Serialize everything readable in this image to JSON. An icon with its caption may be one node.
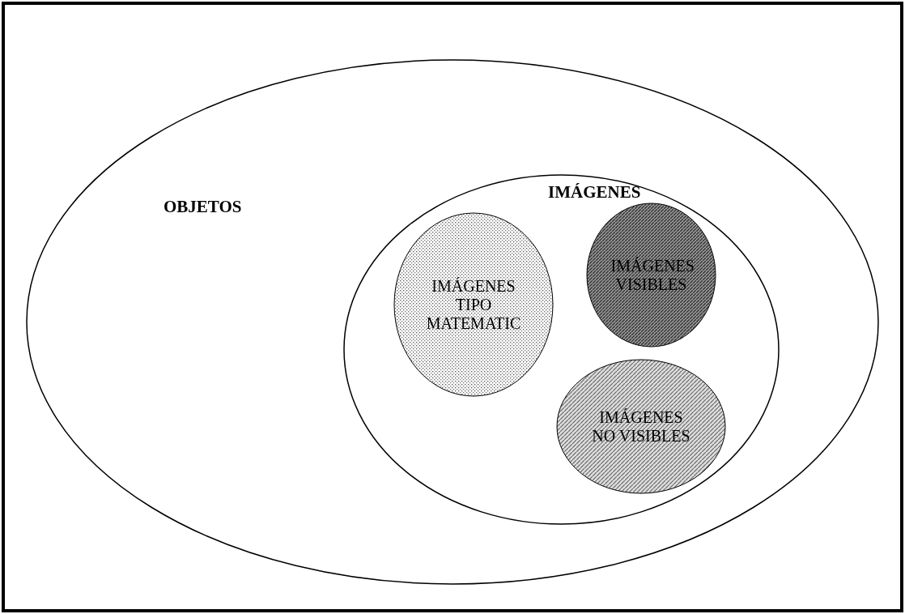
{
  "diagram": {
    "nodes": [
      {
        "text": [
          "OBJETOS"
        ]
      },
      {
        "text": [
          "IMÁGENES"
        ],
        "in": 0
      },
      {
        "text": [
          "IMÁGENES TIPO MATEMATIC"
        ],
        "in": 1
      },
      {
        "text": [
          "IMÁGENES VISIBLES"
        ],
        "in": 1
      },
      {
        "text": [
          "IMÁGENES NO VISIBLES"
        ],
        "in": 1
      }
    ]
  }
}
